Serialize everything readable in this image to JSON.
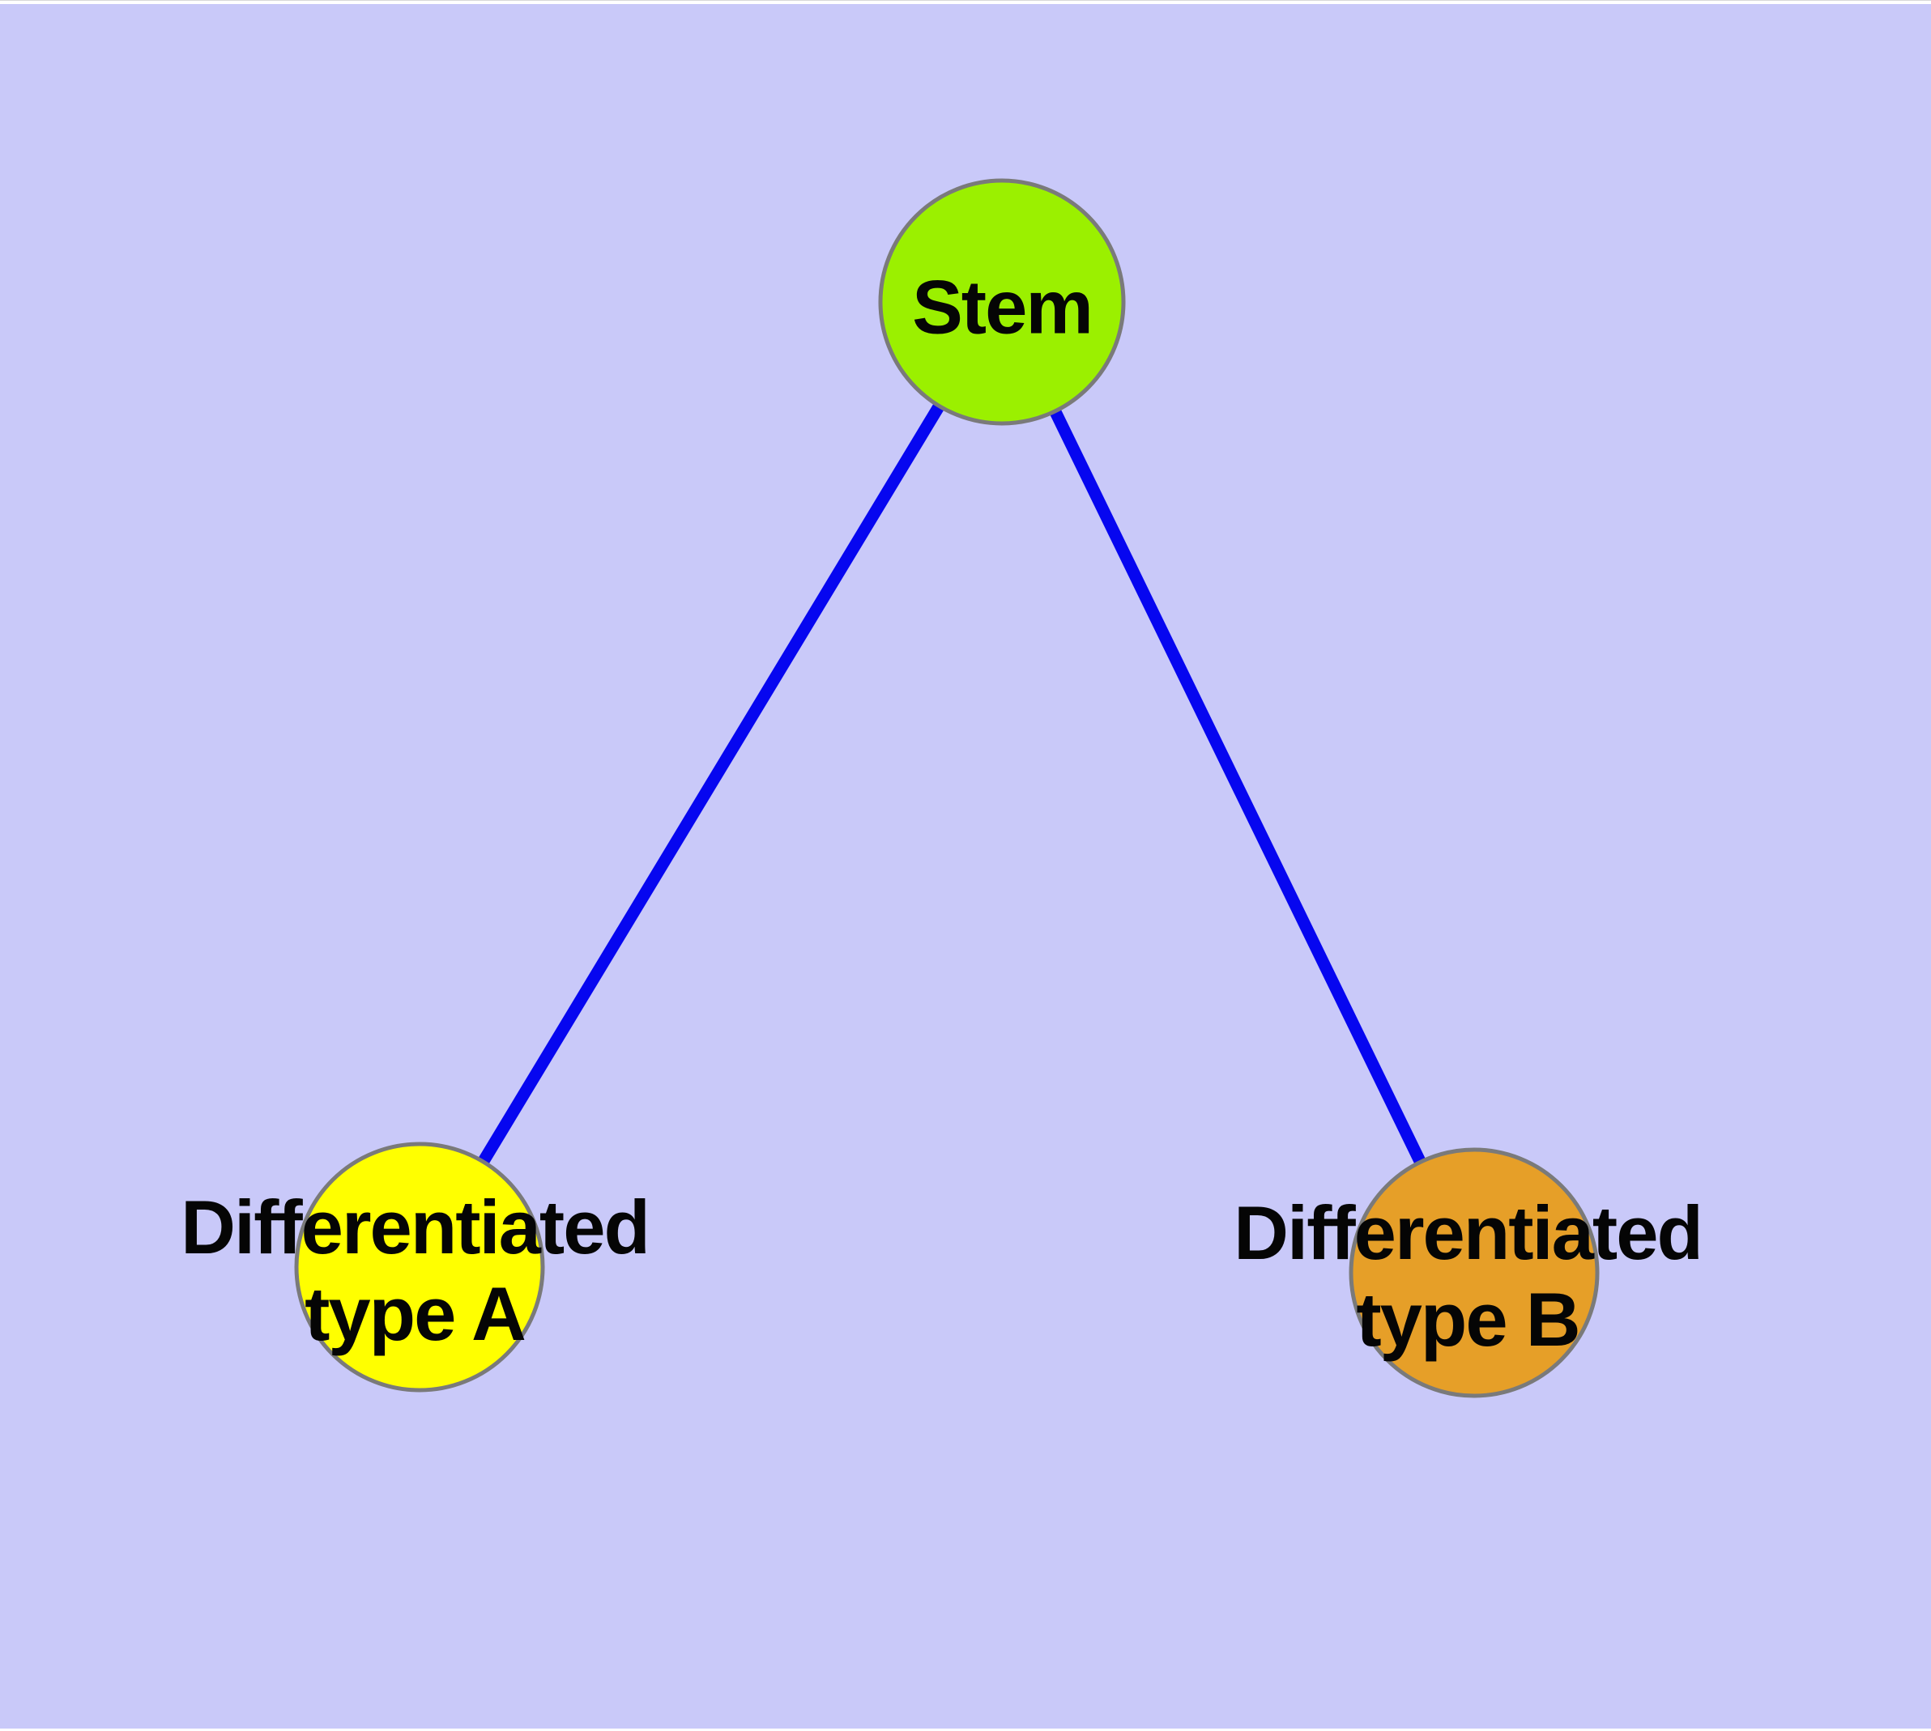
{
  "diagram": {
    "background_color": "#c9c9f9",
    "edge_color": "#0606f0",
    "node_border_color": "#7a7a7a",
    "text_color": "#050505",
    "nodes": [
      {
        "id": "stem",
        "label": "Stem",
        "fill": "#9bf000"
      },
      {
        "id": "differentiated-type-a",
        "label_lines": [
          "Differentiated",
          "type A"
        ],
        "fill": "#ffff00"
      },
      {
        "id": "differentiated-type-b",
        "label_lines": [
          "Differentiated",
          "type B"
        ],
        "fill": "#e69f28"
      }
    ],
    "edges": [
      {
        "from": "Stem",
        "to": "Differentiated type A"
      },
      {
        "from": "Stem",
        "to": "Differentiated type B"
      }
    ]
  }
}
